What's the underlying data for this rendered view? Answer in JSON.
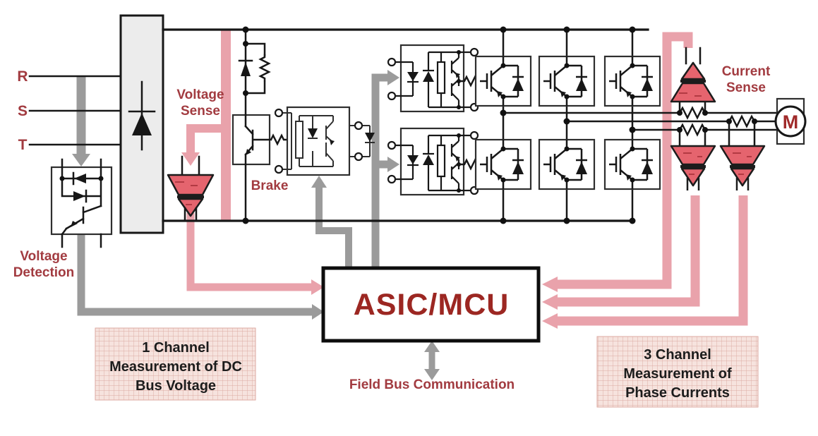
{
  "diagram": {
    "labels": {
      "phase_r": "R",
      "phase_s": "S",
      "phase_t": "T",
      "voltage_sense_line1": "Voltage",
      "voltage_sense_line2": "Sense",
      "brake": "Brake",
      "voltage_detection_line1": "Voltage",
      "voltage_detection_line2": "Detection",
      "current_sense_line1": "Current",
      "current_sense_line2": "Sense",
      "motor": "M",
      "asic_mcu": "ASIC/MCU",
      "field_bus": "Field Bus Communication"
    },
    "callouts": {
      "dc_bus": {
        "line1": "1 Channel",
        "line2": "Measurement of DC",
        "line3": "Bus Voltage"
      },
      "phase_current": {
        "line1": "3 Channel",
        "line2": "Measurement of",
        "line3": "Phase Currents"
      }
    },
    "icons": {
      "sensor_icon": "isolation-amplifier-sensor",
      "motor_icon": "motor-circle",
      "diode_icon": "diode",
      "igbt_icon": "igbt-with-freewheel-diode",
      "arrow_icon": "signal-flow-arrow"
    },
    "colors": {
      "label_red": "#a23b40",
      "asic_red": "#9c2722",
      "wire_black": "#171717",
      "wire_gray": "#9b9b9b",
      "wire_pink": "#e9a2ab",
      "sensor_fill": "#e5646e",
      "sensor_accent": "#b23a43",
      "rectifier_fill": "#ececec",
      "callout_fill": "#f6e3de",
      "callout_grid": "#dcaaa1"
    }
  }
}
